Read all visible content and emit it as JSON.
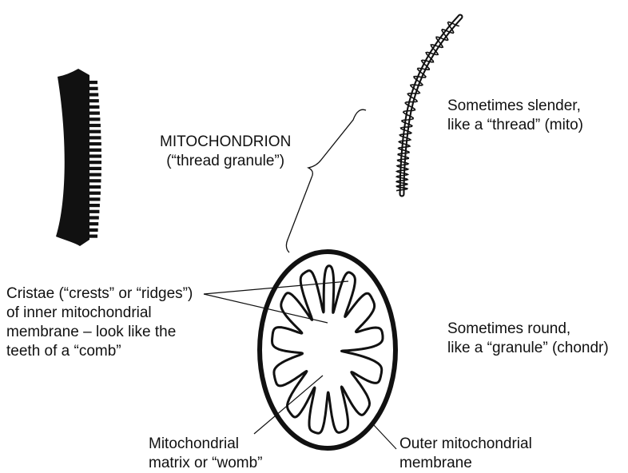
{
  "labels": {
    "mito_title": {
      "line1": "MITOCHONDRION",
      "line2": "(“thread granule”)"
    },
    "thread": {
      "line1": "Sometimes slender,",
      "line2": "like a “thread” (mito)"
    },
    "round": {
      "line1": "Sometimes round,",
      "line2": "like a “granule” (chondr)"
    },
    "cristae": {
      "line1": "Cristae (“crests” or “ridges”)",
      "line2": "of inner mitochondrial",
      "line3": "membrane – look like the",
      "line4": "teeth of a “comb”"
    },
    "matrix": {
      "line1": "Mitochondrial",
      "line2": "matrix or “womb”"
    },
    "outer": {
      "line1": "Outer mitochondrial",
      "line2": "membrane"
    }
  },
  "colors": {
    "ink": "#111111",
    "paper": "#ffffff"
  }
}
